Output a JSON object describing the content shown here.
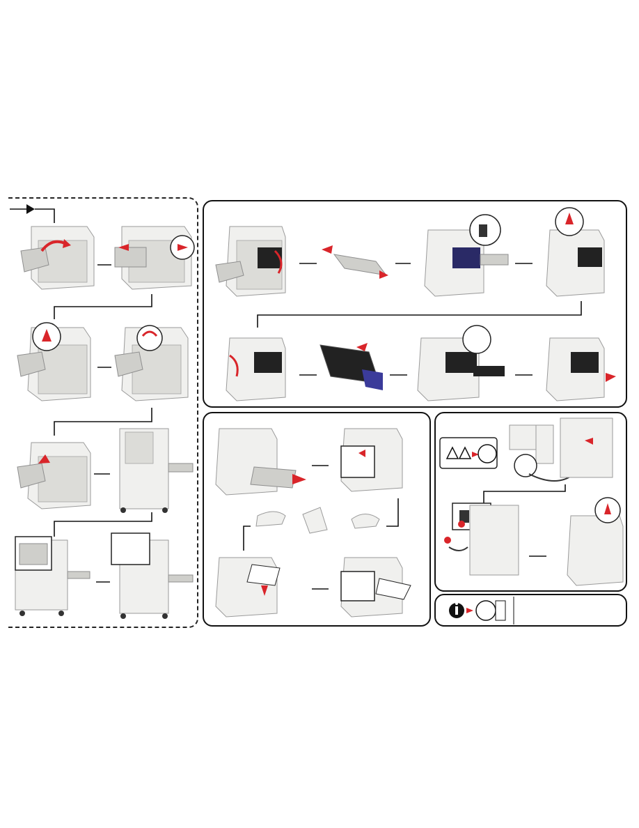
{
  "document": {
    "kind": "setup-poster",
    "sections": [
      {
        "id": "remove-packing",
        "steps": 8
      },
      {
        "id": "install-cartridges",
        "steps": 8
      },
      {
        "id": "load-paper-tray",
        "steps": 7
      },
      {
        "id": "connect-cables",
        "steps": 4
      },
      {
        "id": "info-footer",
        "steps": 1
      }
    ]
  },
  "icons": {
    "start": "arrow-right-icon",
    "warning": "warning-triangle-icon",
    "read_manual": "manual-icon",
    "info": "info-icon",
    "cd": "cd-icon"
  },
  "colors": {
    "accent": "#d9252a",
    "outline": "#111111",
    "printer": "#f0f0ee"
  }
}
